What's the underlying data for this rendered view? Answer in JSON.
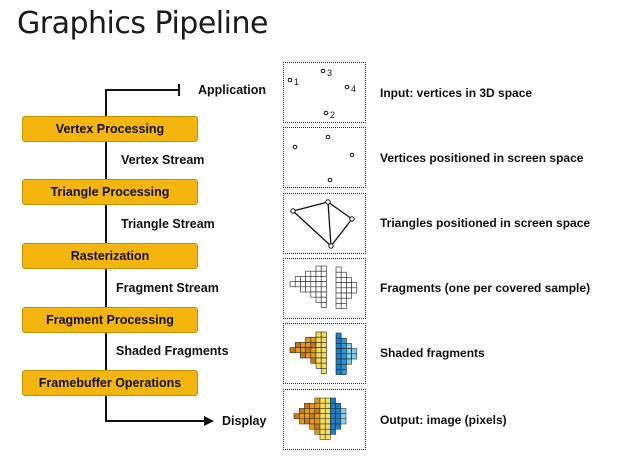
{
  "title": "Graphics Pipeline",
  "pipeline": {
    "input_label": "Application",
    "output_label": "Display",
    "stages": [
      {
        "label": "Vertex Processing"
      },
      {
        "label": "Triangle Processing"
      },
      {
        "label": "Rasterization"
      },
      {
        "label": "Fragment Processing"
      },
      {
        "label": "Framebuffer Operations"
      }
    ],
    "streams": [
      {
        "label": "Vertex Stream"
      },
      {
        "label": "Triangle Stream"
      },
      {
        "label": "Fragment Stream"
      },
      {
        "label": "Shaded Fragments"
      }
    ]
  },
  "panels": [
    {
      "description": "Input: vertices in 3D space",
      "vertex_labels": [
        "1",
        "3",
        "4",
        "2"
      ]
    },
    {
      "description": "Vertices positioned in screen space"
    },
    {
      "description": "Triangles positioned in screen space"
    },
    {
      "description": "Fragments (one per covered sample)"
    },
    {
      "description": "Shaded fragments"
    },
    {
      "description": "Output: image (pixels)"
    }
  ],
  "colors": {
    "stage_fill": "#f5b50f",
    "stage_border": "#c58f00",
    "shade_orange": "#e59b1a",
    "shade_yellow": "#f7de5c",
    "shade_blue": "#1f7fc4",
    "shade_cyan": "#7fd0f0"
  }
}
